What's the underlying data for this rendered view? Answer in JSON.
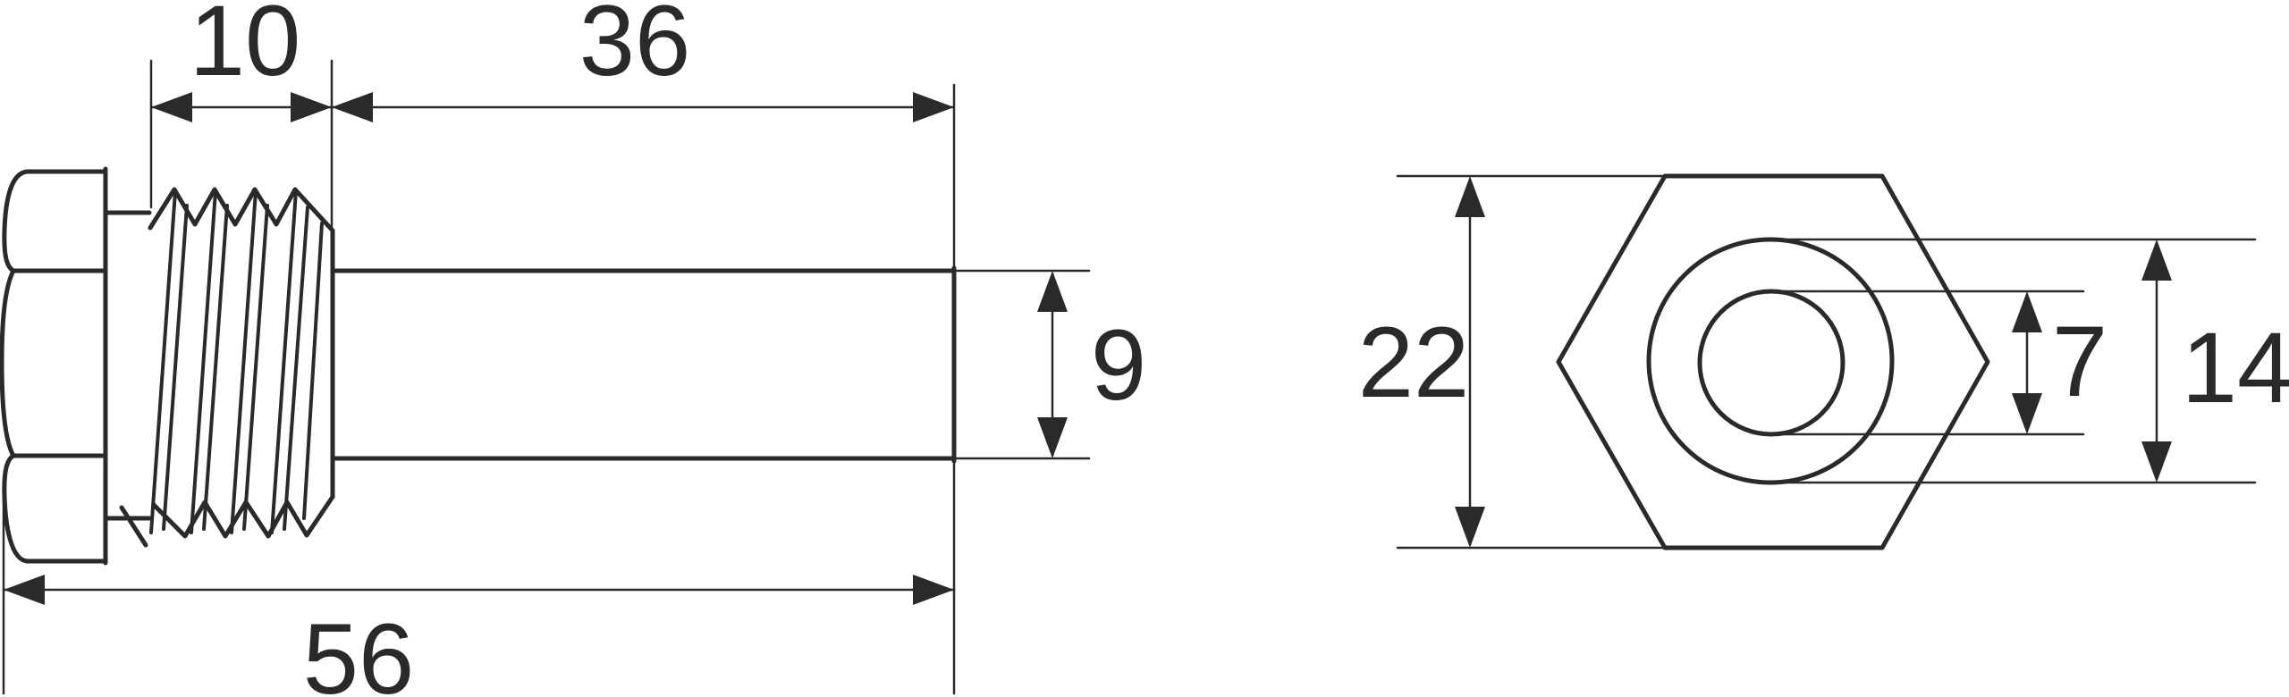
{
  "drawing": {
    "title": "hex-head threaded plug technical drawing",
    "background_color": "#ffffff",
    "line_color": "#2b2a29",
    "side_view": {
      "dims": {
        "thread_length": "10",
        "shank_length": "36",
        "shank_diameter": "9",
        "overall_length": "56"
      }
    },
    "end_view": {
      "dims": {
        "width_across_flats": "22",
        "bore_diameter": "7",
        "collar_diameter": "14"
      }
    }
  }
}
